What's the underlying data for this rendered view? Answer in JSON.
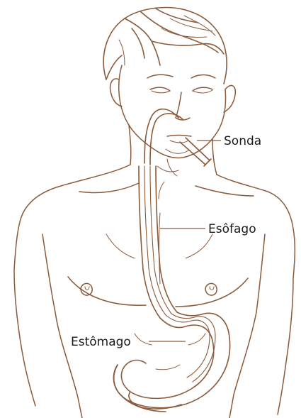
{
  "labels": {
    "tube": "Sonda",
    "esophagus": "Esôfago",
    "stomach": "Estômago"
  },
  "colors": {
    "outline": "#8a5a3a",
    "label": "#1a1a1a",
    "leader": "#8a5a3a",
    "background": "#ffffff"
  }
}
